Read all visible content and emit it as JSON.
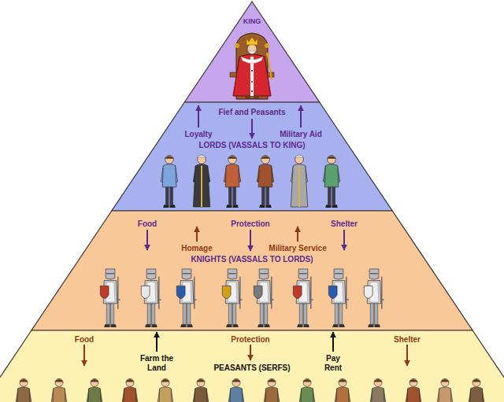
{
  "diagram": {
    "nodes": [
      {
        "text": [
          "KING"
        ]
      },
      {
        "text": [
          "LORDS (VASSALS TO KING)"
        ]
      },
      {
        "text": [
          "KNIGHTS (VASSALS TO LORDS)"
        ]
      },
      {
        "text": [
          "PEASANTS (SERFS)"
        ]
      }
    ],
    "labels": [
      "Fief and Peasants",
      "Loyalty",
      "Military Aid",
      "Food",
      "Protection",
      "Shelter",
      "Homage",
      "Military Service",
      "Food",
      "Protection",
      "Shelter",
      "Farm the Land",
      "Pay Rent"
    ]
  }
}
